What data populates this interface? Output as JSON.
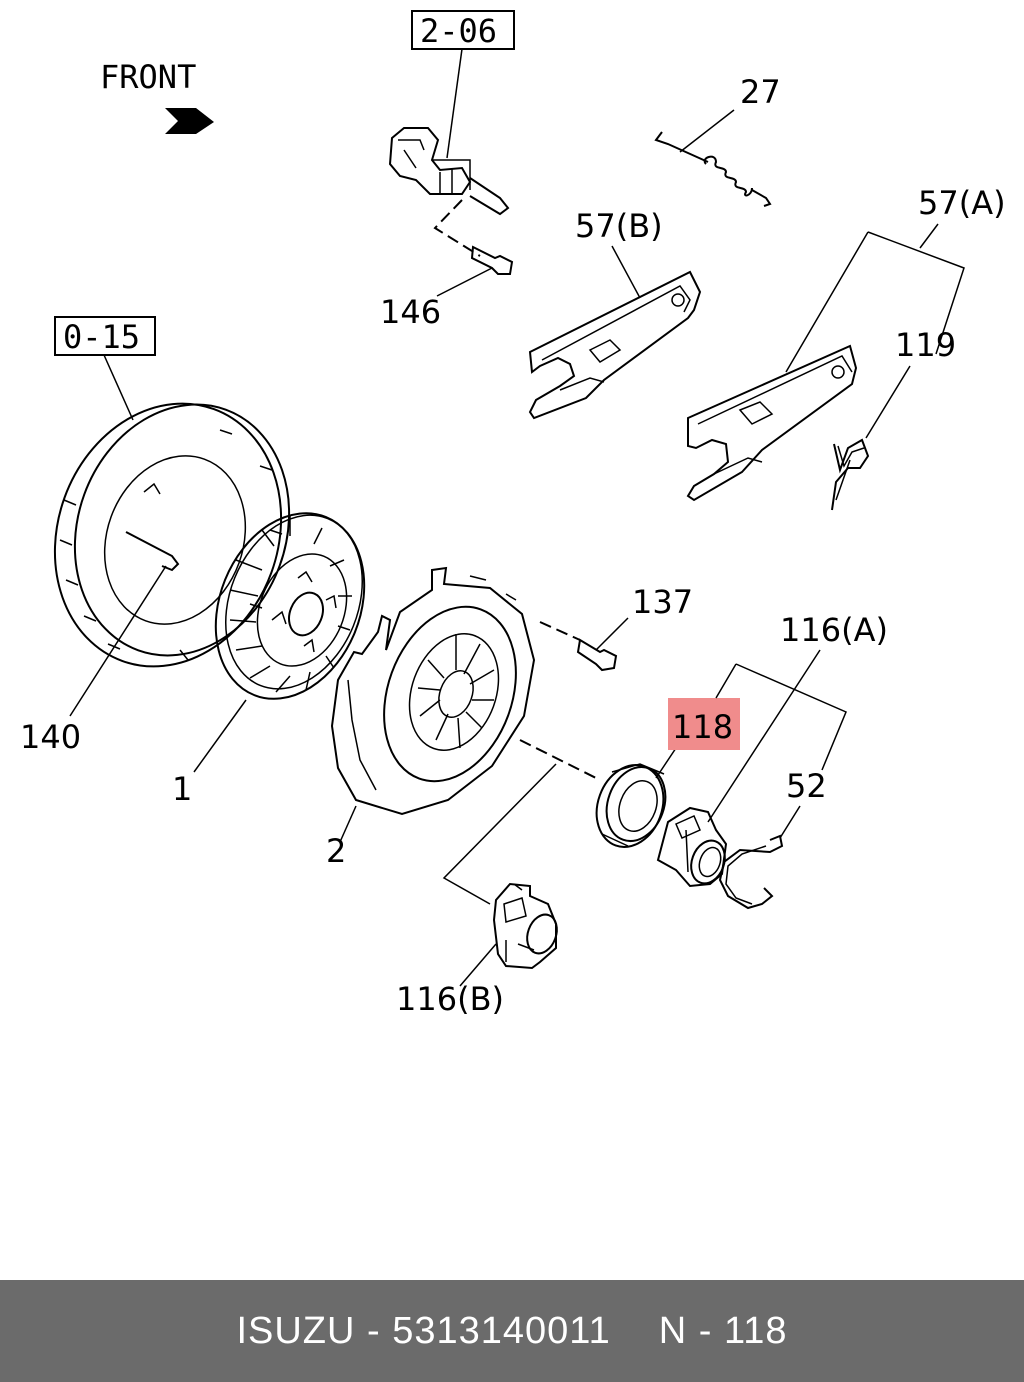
{
  "diagram": {
    "front_label": "FRONT",
    "ref_boxes": [
      "2-06",
      "0-15"
    ],
    "part_labels": {
      "p27": "27",
      "p57a": "57(A)",
      "p57b": "57(B)",
      "p146": "146",
      "p119": "119",
      "p140": "140",
      "p137": "137",
      "p116a": "116(A)",
      "p118": "118",
      "p52": "52",
      "p1": "1",
      "p2": "2",
      "p116b": "116(B)"
    },
    "highlight_color": "#f08c8c"
  },
  "footer": {
    "brand_part": "ISUZU - 5313140011",
    "ref": "N - 118"
  }
}
